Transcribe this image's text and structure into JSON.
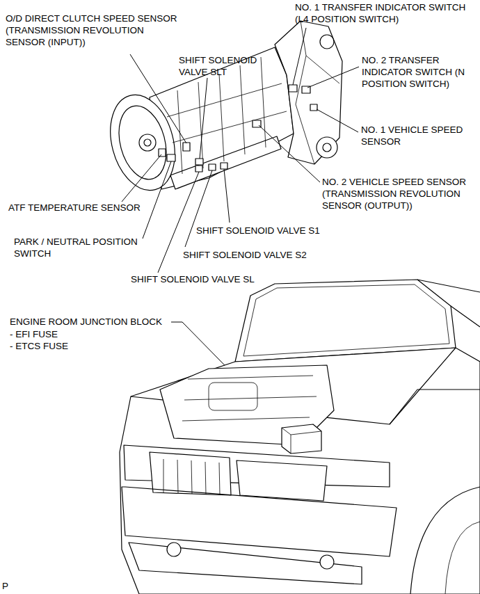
{
  "diagram": {
    "labels": [
      "O/D DIRECT CLUTCH SPEED SENSOR (TRANSMISSION REVOLUTION SENSOR (INPUT))",
      "SHIFT SOLENOID VALVE SLT",
      "NO. 1 TRANSFER INDICATOR SWITCH (L4 POSITION SWITCH)",
      "NO. 2 TRANSFER INDICATOR SWITCH (N POSITION SWITCH)",
      "NO. 1 VEHICLE SPEED SENSOR",
      "NO. 2 VEHICLE SPEED SENSOR (TRANSMISSION REVOLUTION SENSOR (OUTPUT))",
      "ATF TEMPERATURE SENSOR",
      "SHIFT SOLENOID VALVE S1",
      "PARK / NEUTRAL POSITION SWITCH",
      "SHIFT SOLENOID VALVE S2",
      "SHIFT SOLENOID VALVE SL",
      "ENGINE ROOM JUNCTION BLOCK",
      "- EFI FUSE",
      "- ETCS FUSE",
      "P"
    ]
  }
}
